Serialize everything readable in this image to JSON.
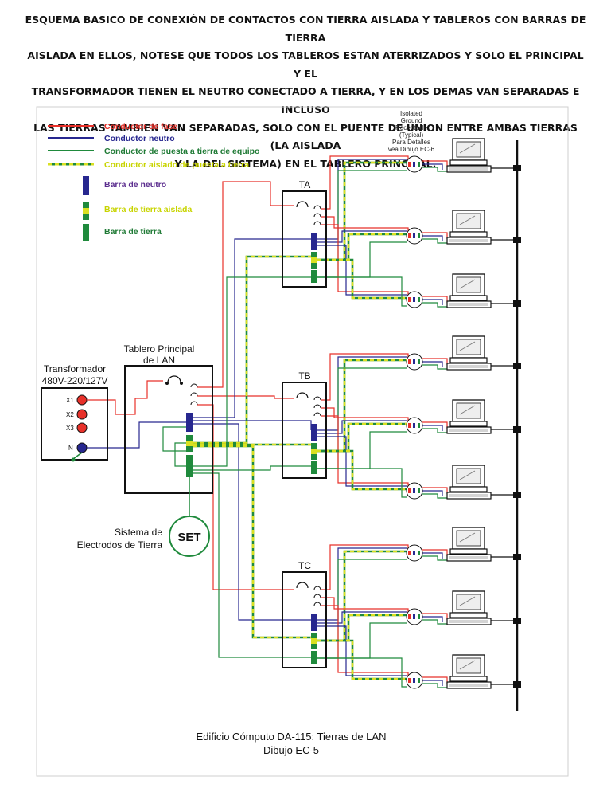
{
  "header": {
    "lines": [
      "ESQUEMA BASICO DE CONEXIÓN DE CONTACTOS CON TIERRA AISLADA Y TABLEROS CON BARRAS DE TIERRA",
      "AISLADA EN ELLOS, NOTESE QUE TODOS LOS TABLEROS ESTAN ATERRIZADOS Y SOLO EL PRINCIPAL Y EL",
      "TRANSFORMADOR TIENEN EL NEUTRO CONECTADO A TIERRA, Y EN LOS DEMAS VAN SEPARADAS E INCLUSO",
      "LAS TIERRAS TAMBIEN VAN SEPARADAS, SOLO CON EL PUENTE DE UNION ENTRE AMBAS TIERRAS (LA AISLADA",
      "Y LA DEL SISTEMA) EN EL TABLERO PRINCIPAL."
    ]
  },
  "legend": {
    "fase": "Conductor de fase",
    "neutro": "Conductor neutro",
    "tierra_equipo": "Conductor de puesta a tierra de equipo",
    "tierra_aislada": "Conductor aislado de puesta a tierra",
    "barra_neutro": "Barra de neutro",
    "barra_tierra_aislada": "Barra de tierra aislada",
    "barra_tierra": "Barra de tierra"
  },
  "colors": {
    "fase": "#e8312a",
    "neutro": "#27278f",
    "tierra": "#1f8a3c",
    "tierra_aislada": "#d9e021",
    "label_green": "#1f7a35",
    "label_yellow": "#c8d400"
  },
  "receptacle_note": [
    "Isolated",
    "Ground",
    "Receptacle",
    "(Typical)",
    "Para Detalles",
    "vea Dibujo EC-6"
  ],
  "transformer": {
    "title_1": "Transformador",
    "title_2": "480V-220/127V",
    "terminals": [
      "X1",
      "X2",
      "X3",
      "N"
    ]
  },
  "main_panel": {
    "title_1": "Tablero Principal",
    "title_2": "de LAN"
  },
  "panels": [
    "TA",
    "TB",
    "TC"
  ],
  "electrodes": {
    "label_1": "Sistema de",
    "label_2": "Electrodos de Tierra",
    "badge": "SET"
  },
  "footer": {
    "line_1": "Edificio Cómputo DA-115:  Tierras de LAN",
    "line_2": "Dibujo EC-5"
  },
  "icons": [
    "computer-icon",
    "receptacle-icon",
    "breaker-icon"
  ]
}
